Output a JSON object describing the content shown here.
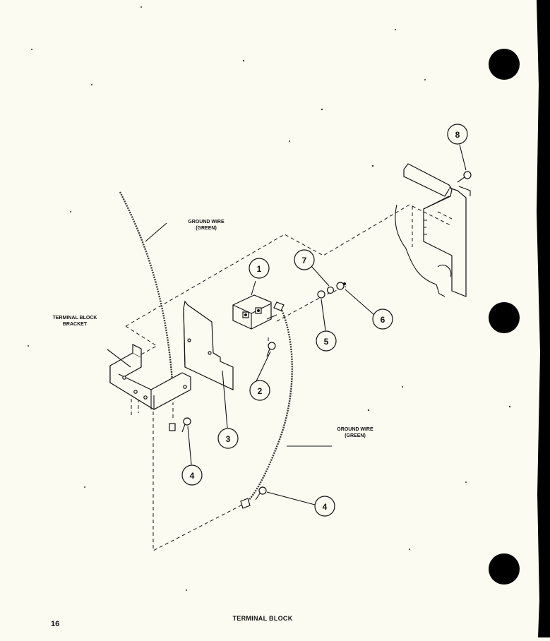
{
  "page_number": "16",
  "caption": "TERMINAL BLOCK",
  "labels": {
    "ground_wire_top": [
      "GROUND WIRE",
      "(GREEN)"
    ],
    "ground_wire_bottom": [
      "GROUND WIRE",
      "(GREEN)"
    ],
    "terminal_block_bracket": [
      "TERMINAL BLOCK",
      "BRACKET"
    ]
  },
  "callouts": {
    "c1": "1",
    "c2": "2",
    "c3": "3",
    "c4a": "4",
    "c4b": "4",
    "c5": "5",
    "c6": "6",
    "c7": "7",
    "c8": "8"
  },
  "colors": {
    "paper": "#fbfbf2",
    "ink": "#111111",
    "binding_edge": "#000000"
  }
}
